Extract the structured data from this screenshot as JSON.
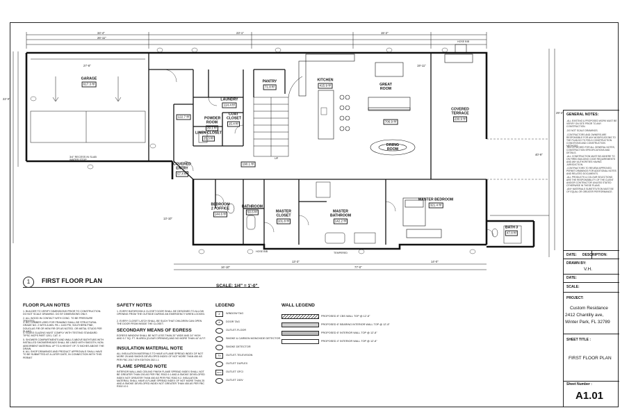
{
  "plan": {
    "number": "1",
    "title": "FIRST FLOOR PLAN",
    "scale": "SCALE: 1/4\" = 1'-0\"",
    "rooms": [
      {
        "key": "garage",
        "name": "GARAGE",
        "area": "617.3 ft²"
      },
      {
        "key": "pantry",
        "name": "PANTRY",
        "area": "71.8 ft²"
      },
      {
        "key": "kitchen",
        "name": "KITCHEN",
        "area": "415.9 ft²"
      },
      {
        "key": "great",
        "name": "GREAT ROOM",
        "area": "706.9 ft²"
      },
      {
        "key": "laundry",
        "name": "LAUNDRY",
        "area": "114.4 ft²"
      },
      {
        "key": "coat",
        "name": "COAT CLOSET",
        "area": "15.4 ft²"
      },
      {
        "key": "powder",
        "name": "POWDER ROOM",
        "area": "29.1 ft²"
      },
      {
        "key": "linen",
        "name": "LINEN CLOSET",
        "area": "25.3 ft²"
      },
      {
        "key": "hall",
        "name": "",
        "area": "122.7 ft²"
      },
      {
        "key": "stair",
        "name": "",
        "area": "190.1 ft²"
      },
      {
        "key": "dining",
        "name": "DINING ROOM",
        "area": ""
      },
      {
        "key": "terrace",
        "name": "COVERED TERRACE",
        "area": "230.9 ft²"
      },
      {
        "key": "entry",
        "name": "COVERED ENTRY",
        "area": "57.4 ft²"
      },
      {
        "key": "bed2",
        "name": "BEDROOM 2 / OFFICE",
        "area": "144.6 ft²"
      },
      {
        "key": "bath",
        "name": "BATHROOM",
        "area": "50.6 ft²"
      },
      {
        "key": "mcloset",
        "name": "MASTER CLOSET",
        "area": "101.8 ft²"
      },
      {
        "key": "mbath",
        "name": "MASTER BATHROOM",
        "area": "142.2 ft²"
      },
      {
        "key": "mbed",
        "name": "MASTER BEDROOM",
        "area": "321.4 ft²"
      },
      {
        "key": "bath3",
        "name": "BATH 3",
        "area": "47.8 ft²"
      }
    ],
    "annotations": {
      "slab": "3/4\" RECESS IN SLAB\nWATER STOP",
      "hose1": "HOSE BIB",
      "hose2": "HOSE BIB",
      "tempered": "TEMPERED",
      "up": "UP"
    },
    "dimensions": [
      "34'-4\"",
      "26'-11\"",
      "23'-1\"",
      "15'-2\"",
      "27'-8\"",
      "40'-9\"",
      "22'-0\"",
      "16'-10\"",
      "13'-3\"",
      "77'-0\"",
      "14'-0\"",
      "29'-4\"",
      "19'-11\"",
      "13'-10\""
    ]
  },
  "notes": {
    "floor_plan_notes": {
      "title": "FLOOR PLAN NOTES",
      "items": [
        "1. BUILDER TO VERIFY DIMENSIONS PRIOR TO CONSTRUCTION. DO NOT SCALE DRAWING. DO BY DIMENSIONS ONLY.",
        "2. ALL WOOD IN CONTACT WITH CONC. TO BE PRESSURE TREATED.",
        "3. ALL LUMBER USED FOR FRAMING SHALL BE STRUCTURAL GRADE NO. 2 WITH A MIN. FB = 1100 PSI, SOUTHERN PINE, DOUGLAS FIR OR HEM FIR OR AS NOTED. OR METAL STUDS PER PLANS.",
        "4. GLASS GLAZING MUST COMPLY WITH TESTING STANDARD TIPSC MCPS PART 1201, CAT. II",
        "5. SHOWER COMPARTMENTS AND WALLS ABOVE BATHTUBS WITH INSTALLED SHOWERHEADS SHALL BE LINED WITH SMOOTH, NON-ABSORBENT MATERIAL UP TO A HEIGHT OF 72 INCHES ABOVE THE DRAIN.",
        "6. ALL SHOP DRAWINGS AND PRODUCT APPROVALS SHALL HAVE TO BE SUBMITTED AT A LATER DATE, IN CONNECTION WITH THIS PERMIT"
      ]
    },
    "safety_notes": {
      "title": "SAFETY NOTES",
      "items": [
        "1. EVERY BATHROOM & CLOSET DOOR SHALL BE DESIGNED TO ALLOW OPENING FROM THE OUTSIDE DURING AN EMERGENCY WHEN LOCKED.",
        "2. EVERY CLOSET LATCH SHALL BE SUCH THAT CHILDREN CAN OPEN THE DOOR FROM INSIDE THE CLOSET."
      ]
    },
    "egress": {
      "title": "SECONDARY MEANS OF EGRESS",
      "text": "EGRESS WINDOW SHALL BE NOT LESS THAN 20\" WIDE AND 24\" HIGH AND 5.7 SQ. FT. IN AREA (CLEAR OPENING) AND NO MORE THAN 44\" A.F.F."
    },
    "insulation": {
      "title": "INSULATION MATERIAL NOTE",
      "text": "ALL INSULATION MATERIALS TO HAVE A FLAME SPREAD INDEX OF NOT MORE 25 AND SMOKE-DEVELOPED INDEX OF NOT MORE THAN 450 AS PER FBC 2017 6TH EDITION 302.1.1"
    },
    "flame": {
      "title": "FLAME SPREAD NOTE",
      "text": "INTERIOR WALL AND CEILING FINISH FLAME SPREAD INDEX SHALL NOT BE GREATER THAN 200 AS PER FBC R302.9.1 AND A SMOKE DEVELOPED INDEX NOT GREATER THAN 450 AS PER FBC R302.9.2. INSULATION MATERIAL SHALL HAVE A FLAME SPREAD INDEX OF NOT MORE THAN 25 AND A SMOKE DEVELOPED INDEX NOT GREATER THAN 450 AS PER FBC R302.10.1"
    }
  },
  "legend": {
    "title": "LEGEND",
    "items": [
      {
        "code": "#",
        "label": "WINDOW TAG"
      },
      {
        "code": "#",
        "label": "DOOR TAG"
      },
      {
        "code": "",
        "label": "OUTLET-FLOOR"
      },
      {
        "code": "",
        "label": "SMOKE & CARBON MONOXIDE DETECTOR"
      },
      {
        "code": "",
        "label": "SMOKE DETECTOR"
      },
      {
        "code": "TV",
        "label": "OUTLET-TELEVISION"
      },
      {
        "code": "",
        "label": "OUTLET DUPLEX"
      },
      {
        "code": "GFCI",
        "label": "OUTLET GFCI"
      },
      {
        "code": "",
        "label": "OUTLET 240V"
      }
    ]
  },
  "wall_legend": {
    "title": "WALL LEGEND",
    "items": [
      {
        "label": "PROPOSED 8\" CBS WALL TOP @ 12'-8\""
      },
      {
        "label": "PROPOSED 6\" BEARING INTERIOR WALL TOP @ 12'-8\""
      },
      {
        "label": "PROPOSED 6\" INTERIOR WALL TOP @ 12'-8\""
      },
      {
        "label": "PROPOSED 4\" INTERIOR WALL TOP @ 12'-8\""
      }
    ]
  },
  "title_block": {
    "general_notes_title": "GENERAL NOTES:",
    "general_notes": [
      "-ALL EXISTING & PROPOSED WORK MUST BE VERIFY ON SITE PRIOR TO ANY CONSTRUCTION.",
      "-DO NOT SCALE DRAWINGS.",
      "-CONTRACTORS AND OWNERS ARE RESPONSIBLE FOR ANY MODIFICATIONS TO THE PLAN DO TO FIELD CONSTRUCTION CONDITIONS AND CONSTRUCTION METHODS.",
      "-SEE ATTACHED FOR ALL GENERAL NOTES, CONSTRUCTION SPECIFICATIONS AND DETAILS.",
      "-ALL CONSTRUCTION MUST BE ADHERE TO ON FIRED BUILDING CODE REQUIREMENTS AND ANY AUTHORITIES HAVING JURISDICTION.",
      "-CONTRACTORS TO REVIEW APPROVED PERMIT DRAWINGS FOR ADDITIONAL NOTES AND RELATED DOCUMENTS.",
      "-ALL PRODUCTS & COLOUR SELECTIONS ARE THE RESPONSIBILITY OF THE CLIENT AND/OR CONTRACTOR UNLESS STATED OTHERWISE IN THESE PLANS.",
      "-ANY MATERIALS SUBSTITUTION MUST BE OF EQUAL OR GREATER PERFORMANCE."
    ],
    "date_label": "DATE:",
    "description_label": "DESCRIPTION:",
    "drawn_by_label": "DRAWN BY:",
    "drawn_by": "V.H.",
    "date2_label": "DATE:",
    "scale_label": "SCALE:",
    "project_label": "PROJECT:",
    "project_name": "Custom Residance",
    "address1": "2412 Chantilly ave,",
    "address2": "Winter Park, FL 32789",
    "sheet_title_label": "SHEET TITLE :",
    "sheet_title": "FIRST FLOOR PLAN",
    "sheet_number_label": "Sheet Number :",
    "sheet_number": "A1.01"
  }
}
